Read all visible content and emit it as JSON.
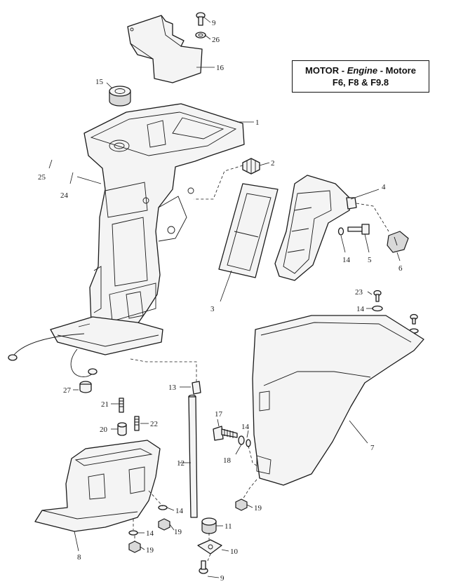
{
  "title": {
    "part1": "MOTOR - ",
    "part2": "Engine",
    "part3": " - Motore",
    "line2": "F6, F8 & F9.8"
  },
  "callouts": {
    "c1": "1",
    "c2": "2",
    "c3": "3",
    "c4": "4",
    "c5": "5",
    "c6": "6",
    "c7": "7",
    "c8": "8",
    "c9a": "9",
    "c9b": "9",
    "c10": "10",
    "c11": "11",
    "c12": "12",
    "c13": "13",
    "c14a": "14",
    "c14b": "14",
    "c14c": "14",
    "c14d": "14",
    "c14e": "14",
    "c15": "15",
    "c16": "16",
    "c17": "17",
    "c18": "18",
    "c19a": "19",
    "c19b": "19",
    "c19c": "19",
    "c20": "20",
    "c21": "21",
    "c22": "22",
    "c23": "23",
    "c24": "24",
    "c25": "25",
    "c26": "26",
    "c27": "27"
  }
}
